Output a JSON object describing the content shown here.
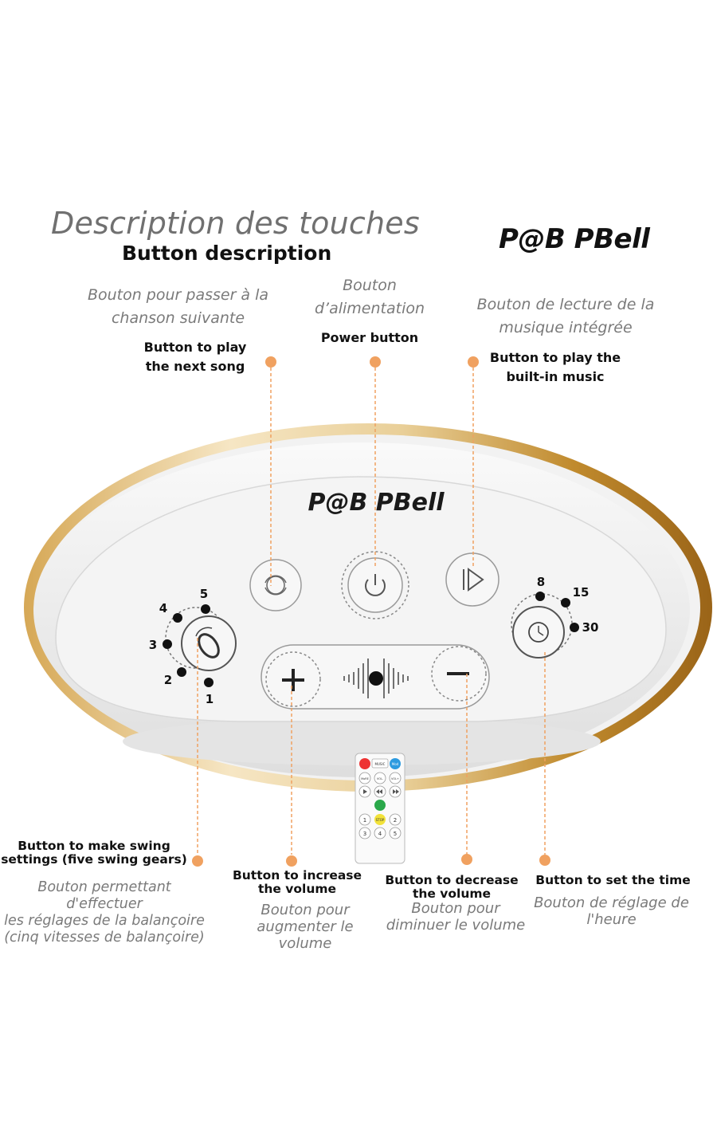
{
  "header": {
    "title_fr": "Description des touches",
    "title_en": "Button description",
    "brand": "P@B PBell"
  },
  "panel": {
    "brand": "P@B PBell"
  },
  "callouts": {
    "next_song": {
      "fr": "Bouton pour passer à la\nchanson suivante",
      "en": "Button to play\nthe next song"
    },
    "power": {
      "fr": "Bouton\nd’alimentation",
      "en": "Power button"
    },
    "music": {
      "fr": "Bouton de lecture de la\nmusique intégrée",
      "en": "Button to play the\nbuilt-in music"
    },
    "swing": {
      "en": "Button to make swing\nsettings (five swing gears)",
      "fr": "Bouton permettant d'effectuer\nles réglages de la balançoire\n(cinq vitesses de balançoire)"
    },
    "vol_up": {
      "en": "Button to increase\nthe volume",
      "fr": "Bouton pour\naugmenter le volume"
    },
    "vol_down": {
      "en": "Button to decrease\nthe volume",
      "fr": "Bouton pour\ndiminuer le volume"
    },
    "timer": {
      "en": "Button to set the time",
      "fr": "Bouton de réglage de\nl'heure"
    }
  },
  "swing_gears": [
    "1",
    "2",
    "3",
    "4",
    "5"
  ],
  "timer_values": [
    "8",
    "15",
    "30"
  ],
  "remote": {
    "row1": [
      "MUSIC",
      "Mod"
    ],
    "row2": [
      "MoRE",
      "VOL-",
      "VOL+"
    ],
    "row4": [
      "1",
      "STOP",
      "2"
    ],
    "row5": [
      "3",
      "4",
      "5"
    ]
  },
  "colors": {
    "accent": "#f0a160",
    "gold": "#c0892e",
    "panel": "#f3f3f3"
  }
}
